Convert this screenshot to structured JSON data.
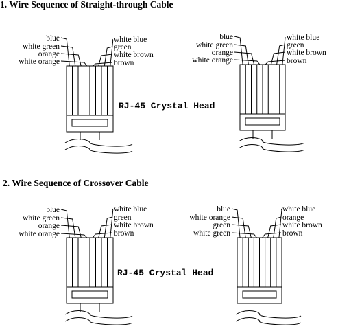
{
  "sections": [
    {
      "title": "1. Wire Sequence of  Straight-through Cable",
      "connectors": [
        {
          "left_labels": [
            "blue",
            "white green",
            "orange",
            "white orange"
          ],
          "right_labels": [
            "white blue",
            "green",
            "white brown",
            "brown"
          ]
        },
        {
          "left_labels": [
            "blue",
            "white green",
            "orange",
            "white orange"
          ],
          "right_labels": [
            "white blue",
            "green",
            "white brown",
            "brown"
          ]
        }
      ],
      "head_label": "RJ-45 Crystal Head"
    },
    {
      "title": "2. Wire Sequence of Crossover Cable",
      "connectors": [
        {
          "left_labels": [
            "blue",
            "white green",
            "orange",
            "white orange"
          ],
          "right_labels": [
            "white blue",
            "green",
            "white brown",
            "brown"
          ]
        },
        {
          "left_labels": [
            "blue",
            "white orange",
            "green",
            "white green"
          ],
          "right_labels": [
            "white blue",
            "orange",
            "white brown",
            "brown"
          ]
        }
      ],
      "head_label": "RJ-45 Crystal Head"
    }
  ]
}
